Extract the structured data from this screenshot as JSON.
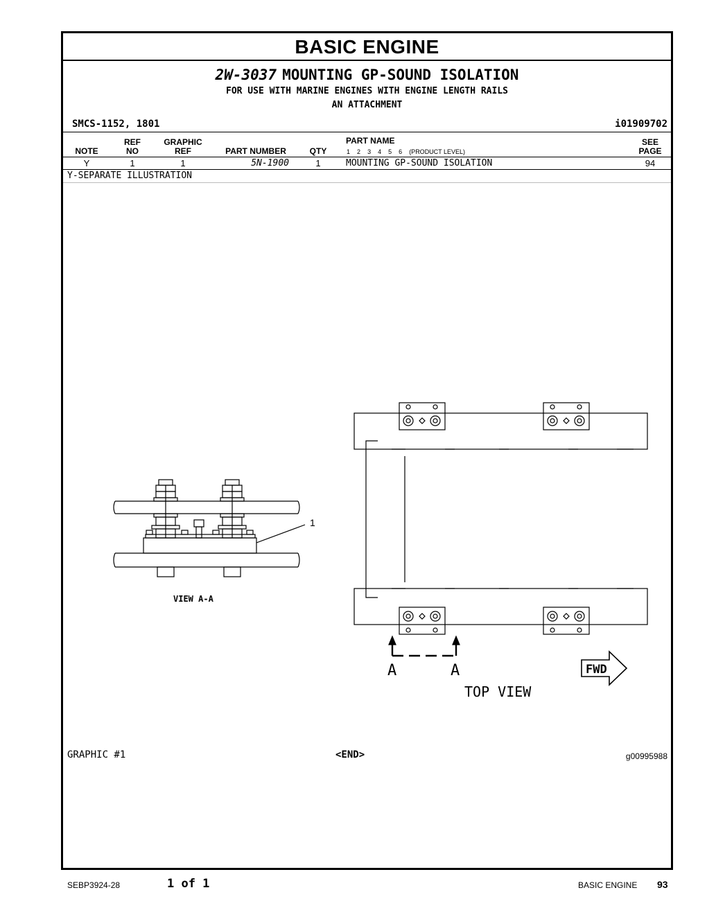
{
  "header": {
    "section_title": "BASIC ENGINE",
    "part_number": "2W-3037",
    "title": "MOUNTING GP-SOUND ISOLATION",
    "subtitle_line1": "FOR USE WITH MARINE ENGINES WITH ENGINE LENGTH RAILS",
    "subtitle_line2": "AN ATTACHMENT",
    "smcs": "SMCS-1152, 1801",
    "identifier": "i01909702"
  },
  "table": {
    "col_note": "NOTE",
    "col_ref_top": "REF",
    "col_ref_bottom": "NO",
    "col_graphic_top": "GRAPHIC",
    "col_graphic_bottom": "REF",
    "col_part_number": "PART NUMBER",
    "col_qty": "QTY",
    "col_part_name": "PART NAME",
    "col_see_top": "SEE",
    "col_see_bottom": "PAGE",
    "product_levels": [
      "1",
      "2",
      "3",
      "4",
      "5",
      "6"
    ],
    "product_level_label": "(PRODUCT LEVEL)",
    "rows": [
      {
        "note": "Y",
        "ref_no": "1",
        "graphic_ref": "1",
        "part_number": "5N-1900",
        "qty": "1",
        "part_name": "MOUNTING GP-SOUND ISOLATION",
        "see_page": "94"
      }
    ],
    "footnote": "Y-SEPARATE ILLUSTRATION"
  },
  "illustration": {
    "callout_1": "1",
    "view_aa_label": "VIEW A-A",
    "section_a_left": "A",
    "section_a_right": "A",
    "top_view_label": "TOP VIEW",
    "fwd_label": "FWD"
  },
  "graphic_footer": {
    "graphic_label": "GRAPHIC #1",
    "end_marker": "<END>",
    "graphic_id": "g00995988"
  },
  "page_footer": {
    "doc_number": "SEBP3924-28",
    "page_of": "1 of 1",
    "section": "BASIC ENGINE",
    "page_number": "93"
  }
}
